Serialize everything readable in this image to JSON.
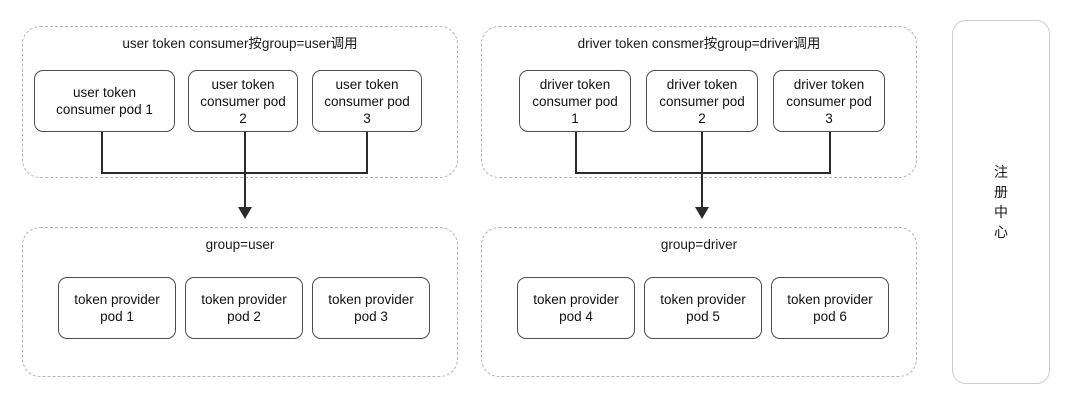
{
  "diagram": {
    "title_user_group": "user token consumer按group=user调用",
    "title_driver_group": "driver token consmer按group=driver调用",
    "label_group_user": "group=user",
    "label_group_driver": "group=driver",
    "user_consumers": [
      {
        "line1": "user token",
        "line2": "consumer pod 1",
        "line3": ""
      },
      {
        "line1": "user token",
        "line2": "consumer pod",
        "line3": "2"
      },
      {
        "line1": "user token",
        "line2": "consumer pod",
        "line3": "3"
      }
    ],
    "driver_consumers": [
      {
        "line1": "driver token",
        "line2": "consumer pod",
        "line3": "1"
      },
      {
        "line1": "driver token",
        "line2": "consumer pod",
        "line3": "2"
      },
      {
        "line1": "driver token",
        "line2": "consumer pod",
        "line3": "3"
      }
    ],
    "user_providers": [
      {
        "line1": "token provider",
        "line2": "pod 1"
      },
      {
        "line1": "token provider",
        "line2": "pod 2"
      },
      {
        "line1": "token provider",
        "line2": "pod 3"
      }
    ],
    "driver_providers": [
      {
        "line1": "token provider",
        "line2": "pod 4"
      },
      {
        "line1": "token provider",
        "line2": "pod 5"
      },
      {
        "line1": "token provider",
        "line2": "pod 6"
      }
    ],
    "registry": {
      "char1": "注",
      "char2": "册",
      "char3": "中",
      "char4": "心"
    },
    "colors": {
      "group_border": "#b3b3b3",
      "node_border": "#4d4d4d",
      "connector": "#2b2b2b",
      "registry_border": "#cccccc",
      "text": "#111111",
      "background": "#ffffff"
    }
  }
}
